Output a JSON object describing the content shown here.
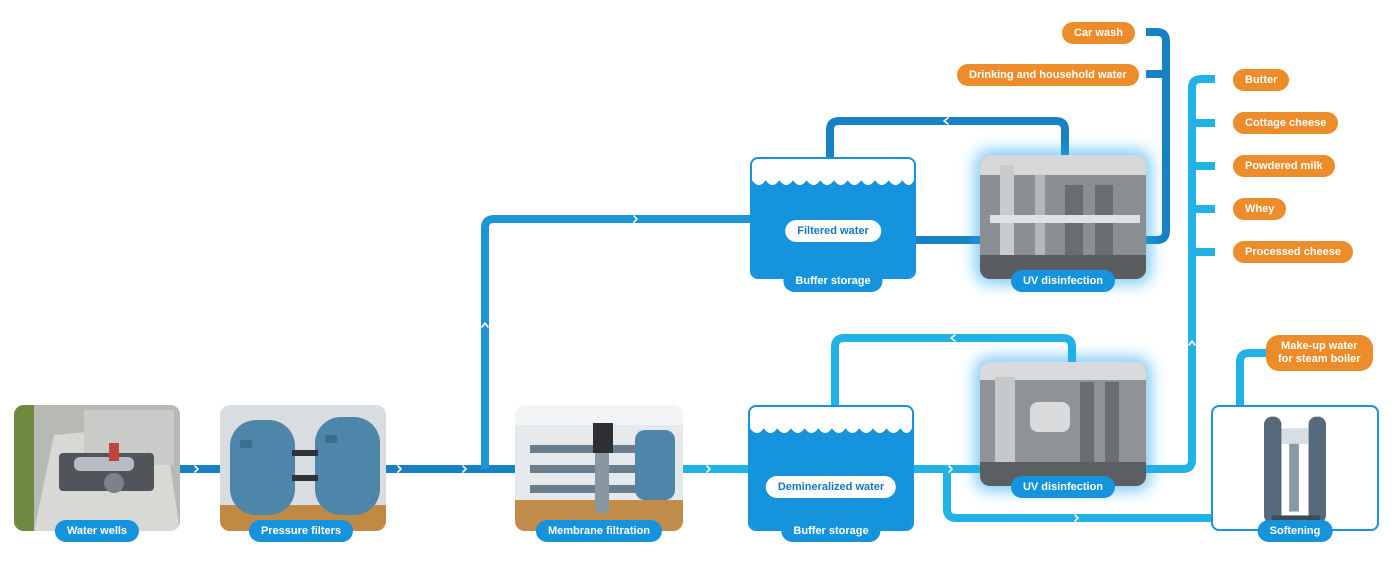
{
  "stages": {
    "water_wells": "Water wells",
    "pressure_filters": "Pressure filters",
    "membrane_filtration": "Membrane filtration",
    "softening": "Softening"
  },
  "tanks": {
    "upper": {
      "content": "Filtered water",
      "label": "Buffer storage"
    },
    "lower": {
      "content": "Demineralized water",
      "label": "Buffer storage"
    }
  },
  "uv": {
    "upper": "UV disinfection",
    "lower": "UV disinfection"
  },
  "outputs": {
    "car_wash": "Car wash",
    "drinking_water": "Drinking and household water",
    "butter": "Butter",
    "cottage_cheese": "Cottage cheese",
    "powdered_milk": "Powdered milk",
    "whey": "Whey",
    "processed_cheese": "Processed cheese",
    "makeup_line1": "Make-up water",
    "makeup_line2": "for steam boiler"
  },
  "colors": {
    "pipe_dark": "#1682c4",
    "pipe_light": "#21b2e6",
    "label_blue": "#1593dc",
    "output_orange": "#ec8c2a"
  }
}
